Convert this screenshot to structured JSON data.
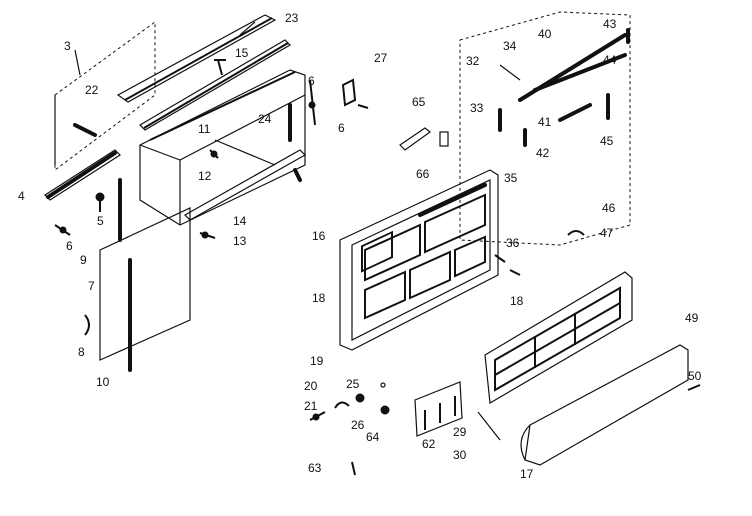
{
  "labels": {
    "l3": "3",
    "l22": "22",
    "l23": "23",
    "l15": "15",
    "l27": "27",
    "l6a": "6",
    "l6b": "6",
    "l6c": "6",
    "l24": "24",
    "l11": "11",
    "l12": "12",
    "l14": "14",
    "l13": "13",
    "l4": "4",
    "l5": "5",
    "l9": "9",
    "l7": "7",
    "l8": "8",
    "l10": "10",
    "l65": "65",
    "l66": "66",
    "l32": "32",
    "l34": "34",
    "l40": "40",
    "l43": "43",
    "l44": "44",
    "l33": "33",
    "l41": "41",
    "l42": "42",
    "l45": "45",
    "l35": "35",
    "l46": "46",
    "l47": "47",
    "l16": "16",
    "l36": "36",
    "l18a": "18",
    "l18b": "18",
    "l19": "19",
    "l49": "49",
    "l50": "50",
    "l20": "20",
    "l25": "25",
    "l21": "21",
    "l26": "26",
    "l64": "64",
    "l62": "62",
    "l29": "29",
    "l30": "30",
    "l17": "17",
    "l63": "63"
  },
  "colors": {
    "ink": "#111111",
    "paper": "#ffffff"
  }
}
